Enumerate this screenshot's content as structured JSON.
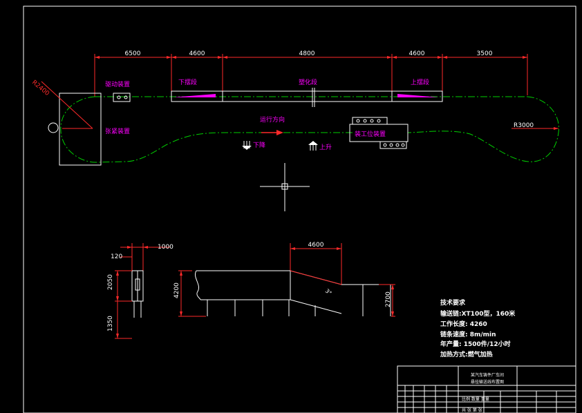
{
  "dims": {
    "d1": "6500",
    "d2": "4600",
    "d3": "4800",
    "d4": "4600",
    "d5": "3500",
    "radius_left": "R2400",
    "radius_right": "R3000",
    "side_top": "1000",
    "side_w": "120",
    "side_h1": "2050",
    "side_h2": "1350",
    "elev_len": "4600",
    "elev_h1": "4200",
    "elev_h2": "2700",
    "elev_angle": "3°"
  },
  "labels": {
    "drive": "驱动装置",
    "tension": "张紧装置",
    "down_section": "下摆段",
    "plasma": "塑化段",
    "up_section": "上摆段",
    "direction": "运行方向",
    "down": "下降",
    "up": "上升",
    "station": "装工位装置"
  },
  "notes": {
    "heading": "技术要求",
    "lines": [
      "输送链:XT100型，160米",
      "工作长度: 4260",
      "链条速度: 8m/min",
      "年产量: 1500件/12小时",
      "加热方式:燃气加热"
    ]
  },
  "title_block": {
    "name_line1": "某汽车铸件厂车间",
    "name_line2": "悬挂输送线布置图",
    "scale_row": "比例  数量  重量",
    "sheet_row": "共  张  第  张"
  }
}
